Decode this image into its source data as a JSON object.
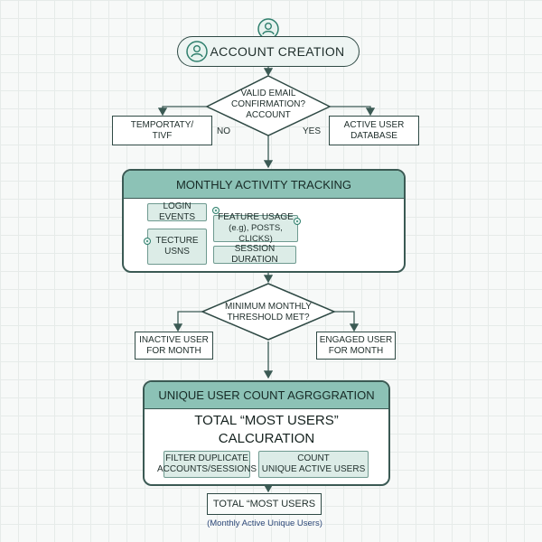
{
  "start": {
    "title": "ACCOUNT CREATION"
  },
  "decision1": {
    "text_lines": [
      "VALID EMAIL",
      "CONFIRMATION?",
      "ACCOUNT"
    ],
    "no_label": "NO",
    "yes_label": "YES"
  },
  "no_box": {
    "lines": [
      "TEMPORTATY/",
      "TIVF"
    ]
  },
  "yes_box": {
    "lines": [
      "ACTIVE USER",
      "DATABASE"
    ]
  },
  "tracking": {
    "title": "MONTHLY ACTIVITY TRACKING",
    "login_events": "LOGIN EVENTS",
    "feature_usage_lines": [
      "FEATURE USAGE",
      "(e.g), POSTS, CLICKS)"
    ],
    "tecture_lines": [
      "TECTURE",
      "USNS"
    ],
    "session_duration": "SESSION DURATION"
  },
  "decision2": {
    "text_lines": [
      "MINIMUM MONTHLY",
      "THRESHOLD MET?"
    ]
  },
  "inactive_box": {
    "lines": [
      "INACTIVE USER",
      "FOR MONTH"
    ]
  },
  "engaged_box": {
    "lines": [
      "ENGAGED USER",
      "FOR MONTH"
    ]
  },
  "aggregation": {
    "title": "UNIQUE USER COUNT AGRGGRATION",
    "total_lines": [
      "TOTAL “MOST USERS”",
      "CALCURATION"
    ],
    "filter_lines": [
      "FILTER DUPLICATE",
      "ACCOUNTS/SESSIONS"
    ],
    "count_lines": [
      "COUNT",
      "UNIQUE ACTIVE USERS"
    ]
  },
  "result": {
    "title": "TOTAL “MOST USERS",
    "subtitle": "(Monthly Active Unique Users)"
  },
  "colors": {
    "accent": "#8cc2b6",
    "line": "#2f4a45",
    "chip": "#dcece7"
  },
  "icons": [
    "user-icon",
    "user-icon"
  ]
}
